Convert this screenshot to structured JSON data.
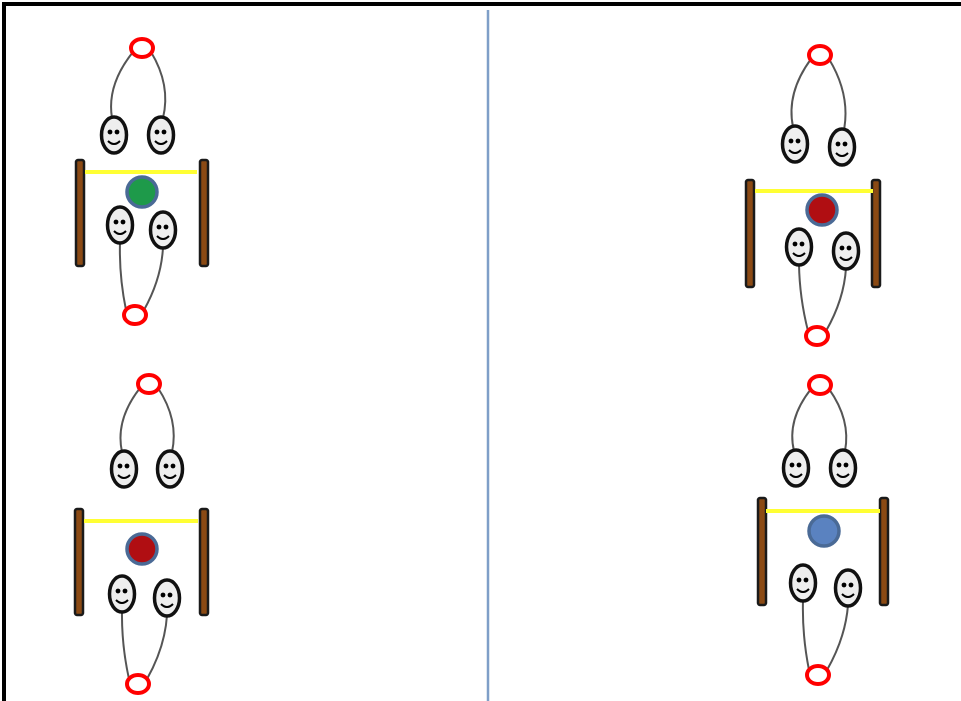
{
  "colors": {
    "background": "#ffffff",
    "frame": "#000000",
    "divider": "#7f9fc8",
    "post_fill": "#8b4a14",
    "post_stroke": "#1a1a1a",
    "bar": "#ffff33",
    "hoop": "#ff0000",
    "rope": "#555555",
    "face_fill": "#eeeeee",
    "face_stroke": "#111111",
    "ball_stroke": "#4a6a96"
  },
  "panels": [
    {
      "id": "top-left",
      "ball_color": "#1e9a4a",
      "ball_color_name": "green"
    },
    {
      "id": "top-right",
      "ball_color": "#b00e12",
      "ball_color_name": "red"
    },
    {
      "id": "bottom-left",
      "ball_color": "#b00e12",
      "ball_color_name": "red"
    },
    {
      "id": "bottom-right",
      "ball_color": "#5a82c0",
      "ball_color_name": "blue"
    }
  ],
  "icons": {
    "hoop": "red-ring-icon",
    "player": "smiley-player-icon",
    "post": "wooden-post-icon",
    "bar": "yellow-bar-icon",
    "ball": "ball-icon"
  }
}
